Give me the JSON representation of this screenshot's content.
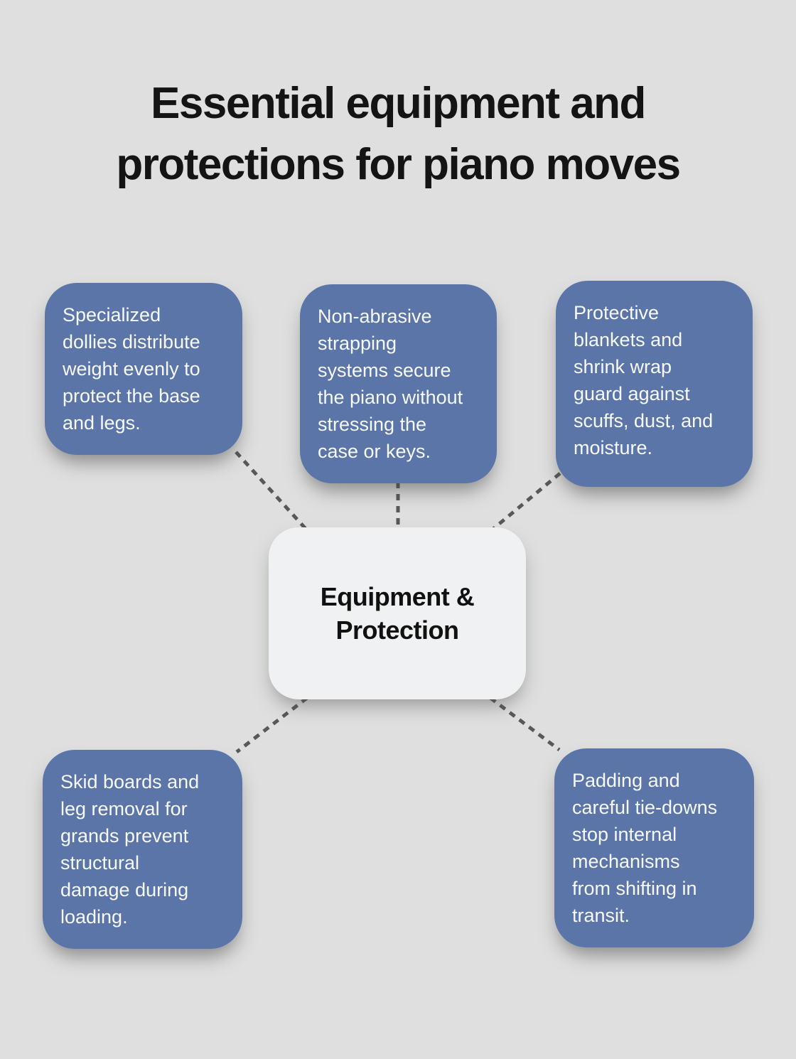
{
  "title": {
    "line1": "Essential equipment and",
    "line2": "protections for piano moves"
  },
  "center": {
    "label": "Equipment &\nProtection"
  },
  "nodes": [
    {
      "text": "Specialized\ndollies distribute\nweight evenly to\nprotect the base\nand legs."
    },
    {
      "text": "Non-abrasive\nstrapping\nsystems secure\nthe piano without\nstressing the\ncase or keys."
    },
    {
      "text": "Protective\nblankets and\nshrink wrap\nguard against\nscuffs, dust, and\nmoisture."
    },
    {
      "text": "Skid boards and\nleg removal for\ngrands prevent\nstructural\ndamage during\nloading."
    },
    {
      "text": "Padding and\ncareful tie-downs\nstop internal\nmechanisms\nfrom shifting in\ntransit."
    }
  ],
  "colors": {
    "background": "#dedfde",
    "node_fill": "#5b75a9",
    "node_text": "#f7f9fb",
    "center_fill": "#eff1f2",
    "center_text": "#111111",
    "title_text": "#141414",
    "connector": "#58585a"
  }
}
